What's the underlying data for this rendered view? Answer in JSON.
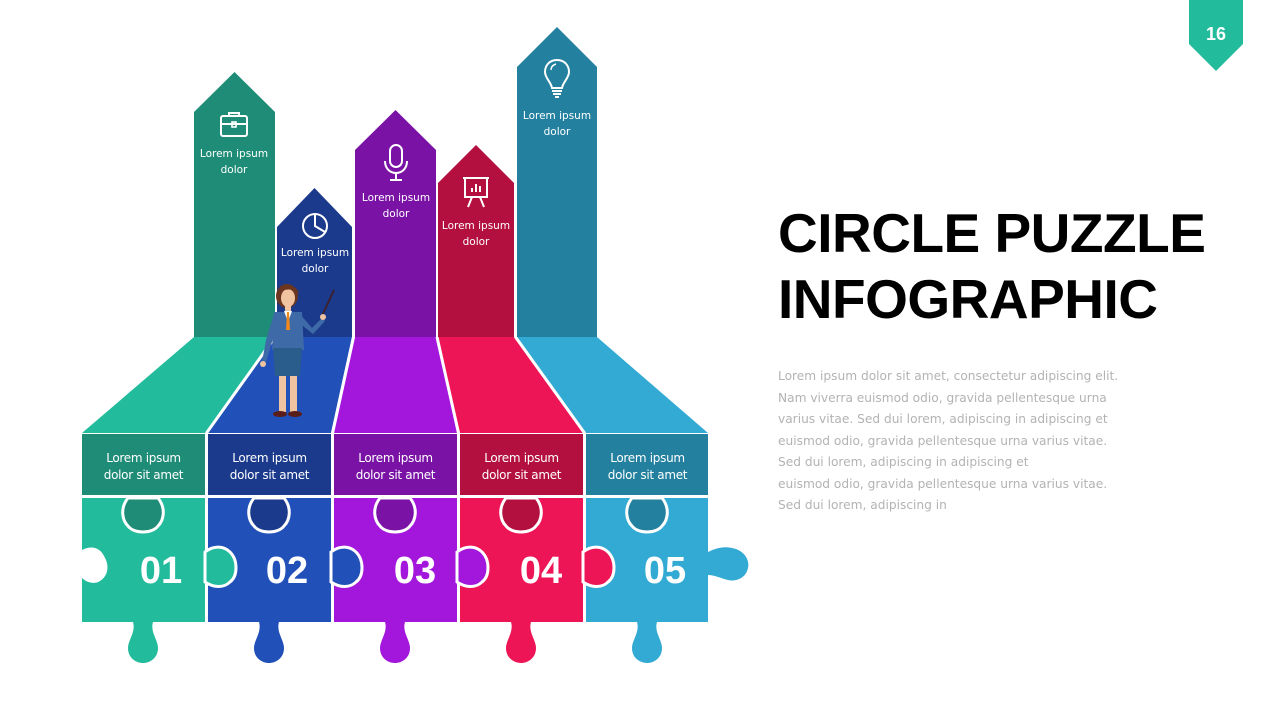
{
  "page_number": "16",
  "title": {
    "line1": "CIRCLE PUZZLE",
    "line2": "INFOGRAPHIC"
  },
  "body_lines": [
    "Lorem ipsum dolor sit amet, consectetur adipiscing elit.",
    "Nam viverra euismod odio, gravida pellentesque urna",
    "varius vitae. Sed dui lorem, adipiscing in adipiscing et",
    "euismod odio, gravida pellentesque urna varius vitae.",
    "Sed dui lorem, adipiscing in adipiscing et",
    "euismod odio, gravida pellentesque urna varius vitae.",
    "Sed dui lorem, adipiscing in"
  ],
  "columns": [
    {
      "icon": "briefcase-icon",
      "label_line1": "Lorem ipsum",
      "label_line2": "dolor",
      "color": "#1e8c76"
    },
    {
      "icon": "pie-chart-icon",
      "label_line1": "Lorem ipsum",
      "label_line2": "dolor",
      "color": "#1b3a8c"
    },
    {
      "icon": "microphone-icon",
      "label_line1": "Lorem ipsum",
      "label_line2": "dolor",
      "color": "#7a12a6"
    },
    {
      "icon": "presentation-board-icon",
      "label_line1": "Lorem ipsum",
      "label_line2": "dolor",
      "color": "#b3103f"
    },
    {
      "icon": "lightbulb-icon",
      "label_line1": "Lorem ipsum",
      "label_line2": "dolor",
      "color": "#23809f"
    }
  ],
  "steps": [
    {
      "number": "01",
      "label_line1": "Lorem ipsum",
      "label_line2": "dolor sit amet",
      "color": "#22bc9c",
      "dark": "#1e8c76"
    },
    {
      "number": "02",
      "label_line1": "Lorem ipsum",
      "label_line2": "dolor sit amet",
      "color": "#2150b8",
      "dark": "#1b3a8c"
    },
    {
      "number": "03",
      "label_line1": "Lorem ipsum",
      "label_line2": "dolor sit amet",
      "color": "#a316dc",
      "dark": "#7a12a6"
    },
    {
      "number": "04",
      "label_line1": "Lorem ipsum",
      "label_line2": "dolor sit amet",
      "color": "#ee1556",
      "dark": "#b3103f"
    },
    {
      "number": "05",
      "label_line1": "Lorem ipsum",
      "label_line2": "dolor sit amet",
      "color": "#33aad4",
      "dark": "#23809f"
    }
  ],
  "accent_color": "#22bc9c"
}
